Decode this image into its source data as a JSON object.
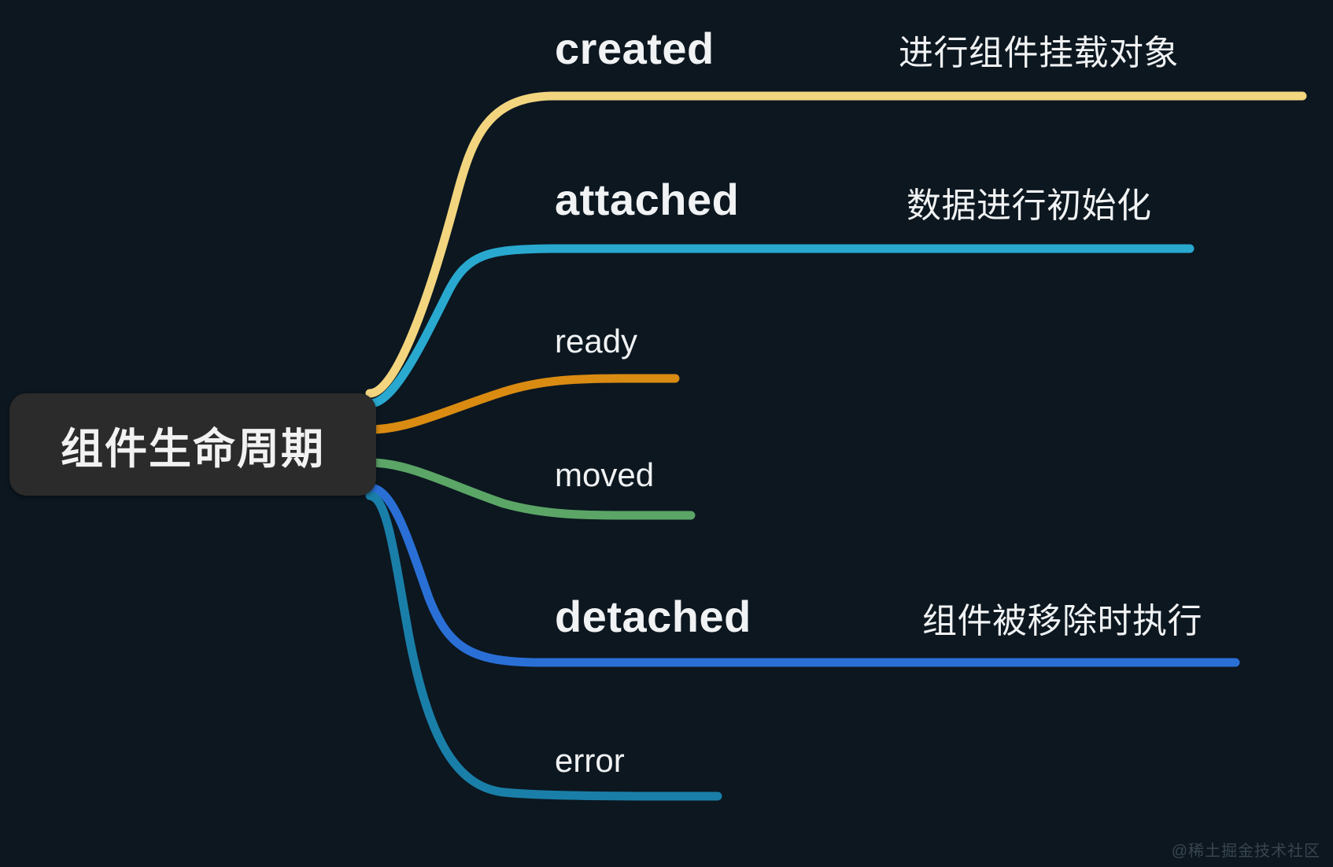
{
  "diagram": {
    "title": "组件生命周期",
    "type": "mindmap",
    "background_color": "#0c1720",
    "root": {
      "label": "组件生命周期",
      "background_color": "#2b2b2b",
      "text_color": "#f2f2f2"
    },
    "branches": [
      {
        "id": "created",
        "label": "created",
        "color": "#f2d57e",
        "note": "进行组件挂载对象",
        "note_color": "#f0f2f3"
      },
      {
        "id": "attached",
        "label": "attached",
        "color": "#29a9cf",
        "note": "数据进行初始化",
        "note_color": "#f0f2f3"
      },
      {
        "id": "ready",
        "label": "ready",
        "color": "#d98b12",
        "note": "",
        "note_color": "#f0f2f3"
      },
      {
        "id": "moved",
        "label": "moved",
        "color": "#5ba566",
        "note": "",
        "note_color": "#f0f2f3"
      },
      {
        "id": "detached",
        "label": "detached",
        "color": "#2a6fd6",
        "note": "组件被移除时执行",
        "note_color": "#f0f2f3"
      },
      {
        "id": "error",
        "label": "error",
        "color": "#1a7fa8",
        "note": "",
        "note_color": "#f0f2f3"
      }
    ],
    "watermark": "@稀土掘金技术社区"
  }
}
